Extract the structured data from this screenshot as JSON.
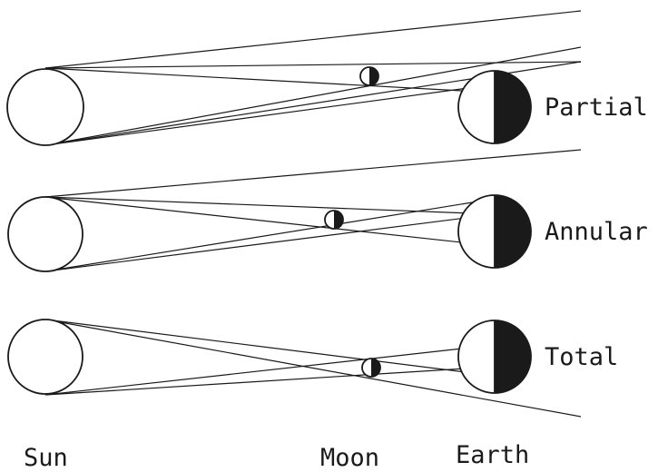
{
  "rows": [
    {
      "label": "Partial"
    },
    {
      "label": "Annular"
    },
    {
      "label": "Total"
    }
  ],
  "bottom_labels": {
    "sun": "Sun",
    "moon": "Moon",
    "earth": "Earth"
  }
}
